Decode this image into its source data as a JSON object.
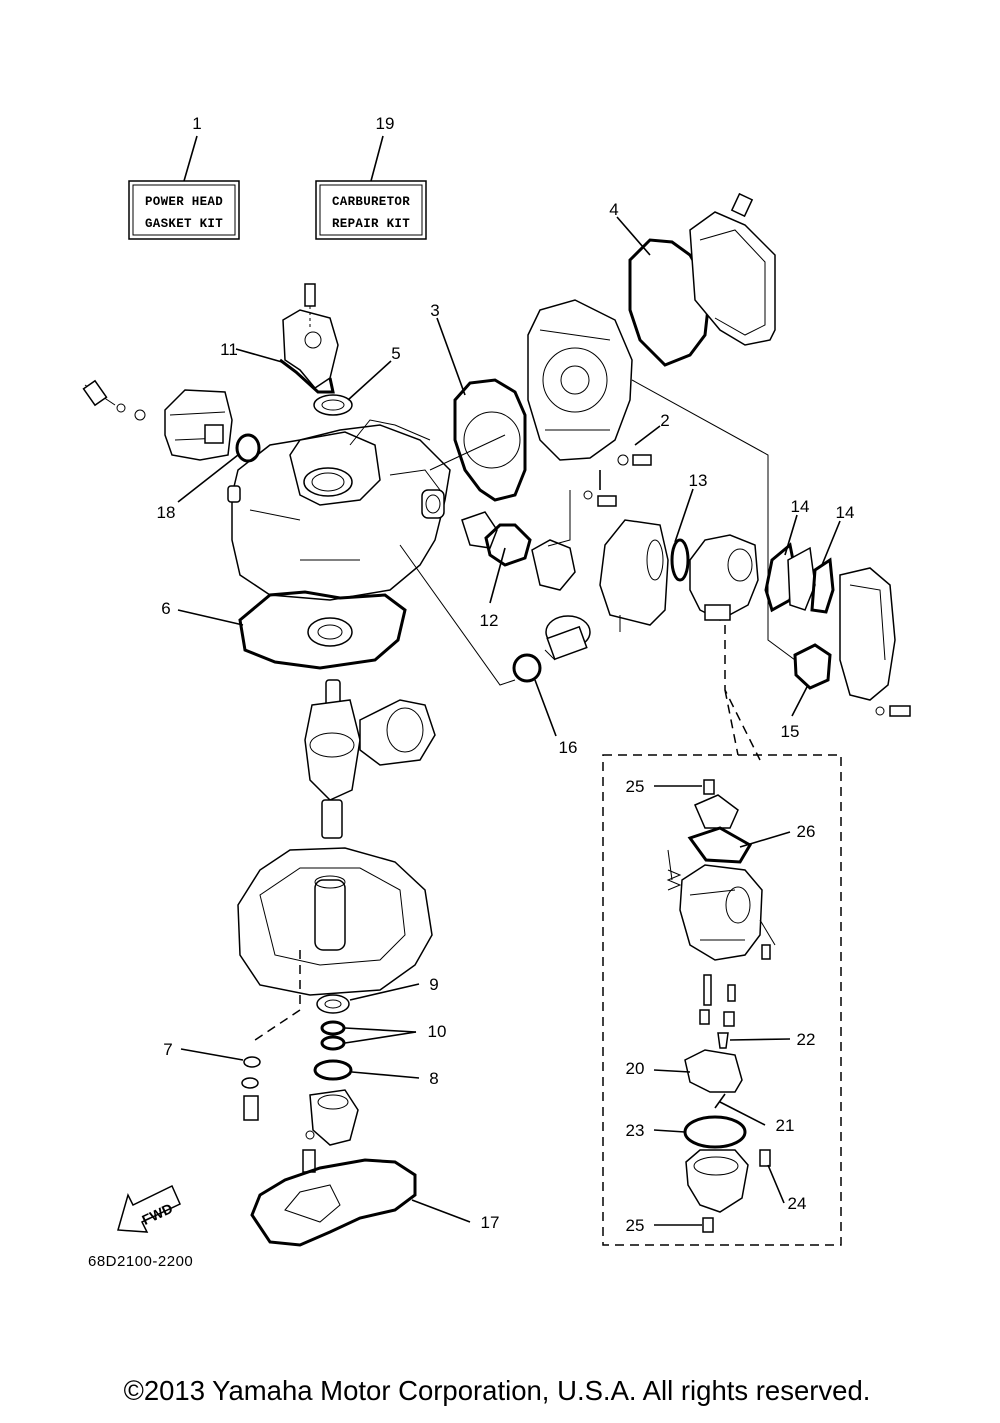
{
  "kits": [
    {
      "number": "1",
      "line1": "POWER HEAD",
      "line2": "GASKET KIT"
    },
    {
      "number": "19",
      "line1": "CARBURETOR",
      "line2": "REPAIR KIT"
    }
  ],
  "callouts": {
    "c2": "2",
    "c3": "3",
    "c4": "4",
    "c5": "5",
    "c6": "6",
    "c7": "7",
    "c8": "8",
    "c9": "9",
    "c10": "10",
    "c11": "11",
    "c12": "12",
    "c13": "13",
    "c14a": "14",
    "c14b": "14",
    "c15": "15",
    "c16": "16",
    "c17": "17",
    "c18": "18",
    "c20": "20",
    "c21": "21",
    "c22": "22",
    "c23": "23",
    "c24": "24",
    "c25a": "25",
    "c25b": "25",
    "c26": "26"
  },
  "fwd_label": "FWD",
  "diagram_code": "68D2100-2200",
  "copyright": "©2013 Yamaha Motor Corporation, U.S.A. All rights reserved."
}
